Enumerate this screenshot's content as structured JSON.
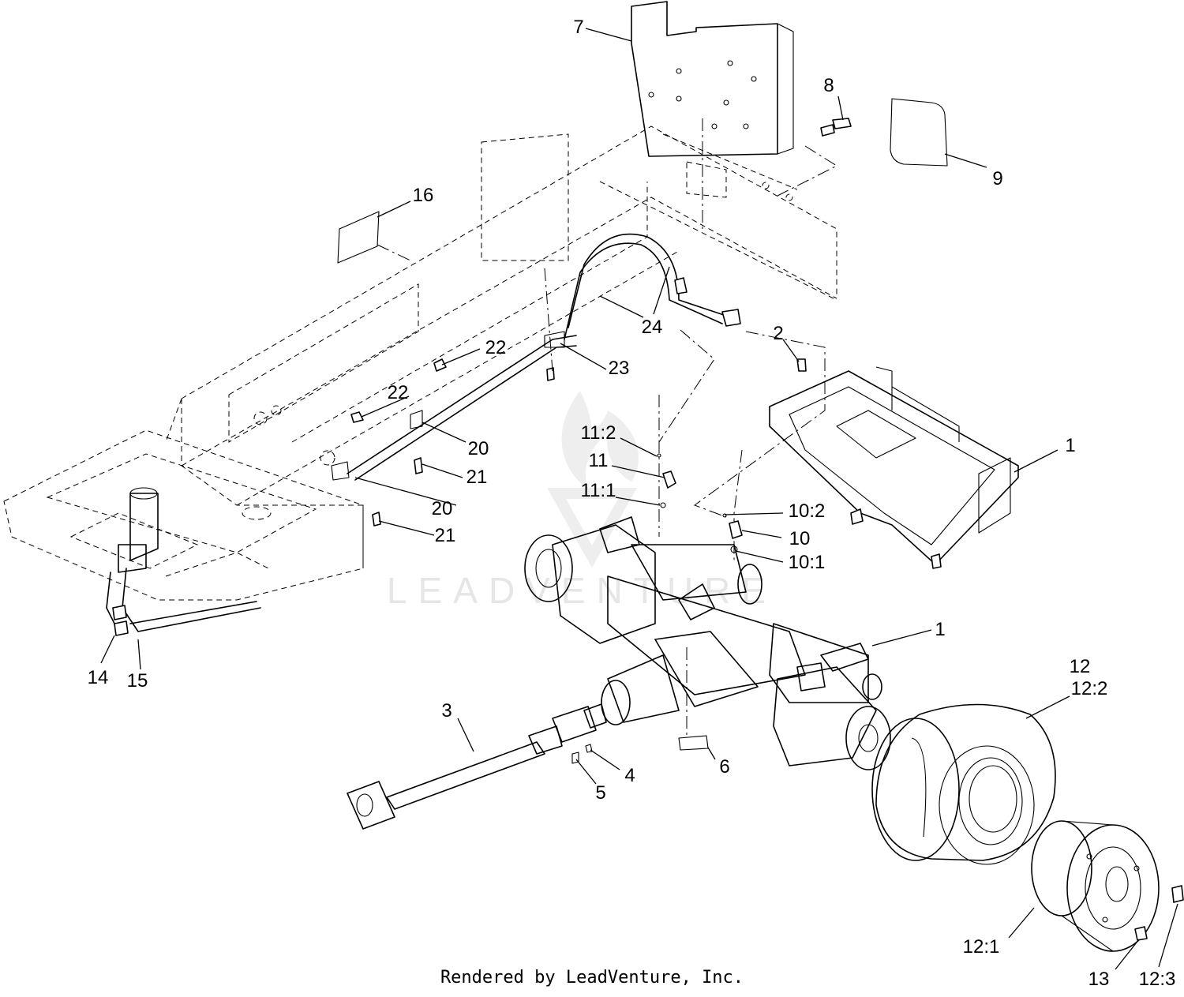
{
  "footer": "Rendered by LeadVenture, Inc.",
  "watermark": "LEADVENTURE",
  "callouts": [
    "7",
    "8",
    "9",
    "16",
    "24",
    "2",
    "22",
    "23",
    "22",
    "20",
    "11:2",
    "11",
    "21",
    "11:1",
    "20",
    "10:2",
    "1",
    "21",
    "10",
    "10:1",
    "1",
    "12",
    "12:2",
    "14",
    "15",
    "3",
    "4",
    "6",
    "5",
    "12:1",
    "13",
    "12:3"
  ]
}
